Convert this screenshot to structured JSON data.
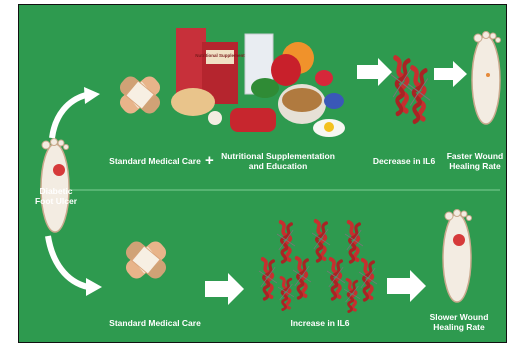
{
  "figure": {
    "colors": {
      "background": "#2e9a4f",
      "foot": "#f3ece2",
      "ulcer": "#d63a3a",
      "protein": "#c62f2f",
      "arrow": "#ffffff",
      "bandage": "#e8b48a"
    },
    "labels": {
      "diabetic_foot_ulcer": "Diabetic\nFoot Ulcer",
      "top_standard_care": "Standard Medical Care",
      "plus": "+",
      "nutrition": "Nutritional Supplementation\nand Education",
      "decrease_il6": "Decrease in IL6",
      "faster_healing": "Faster Wound\nHealing Rate",
      "bottom_standard_care": "Standard Medical Care",
      "increase_il6": "Increase in IL6",
      "slower_healing": "Slower Wound\nHealing Rate"
    },
    "box_labels": {
      "supplement": "Nutritional\nSupplement"
    },
    "icons": {
      "foot": "foot-icon",
      "bandage": "bandage-icon",
      "food": "food-group-icon",
      "protein": "il6-protein-icon",
      "arrow": "arrow-icon"
    }
  }
}
